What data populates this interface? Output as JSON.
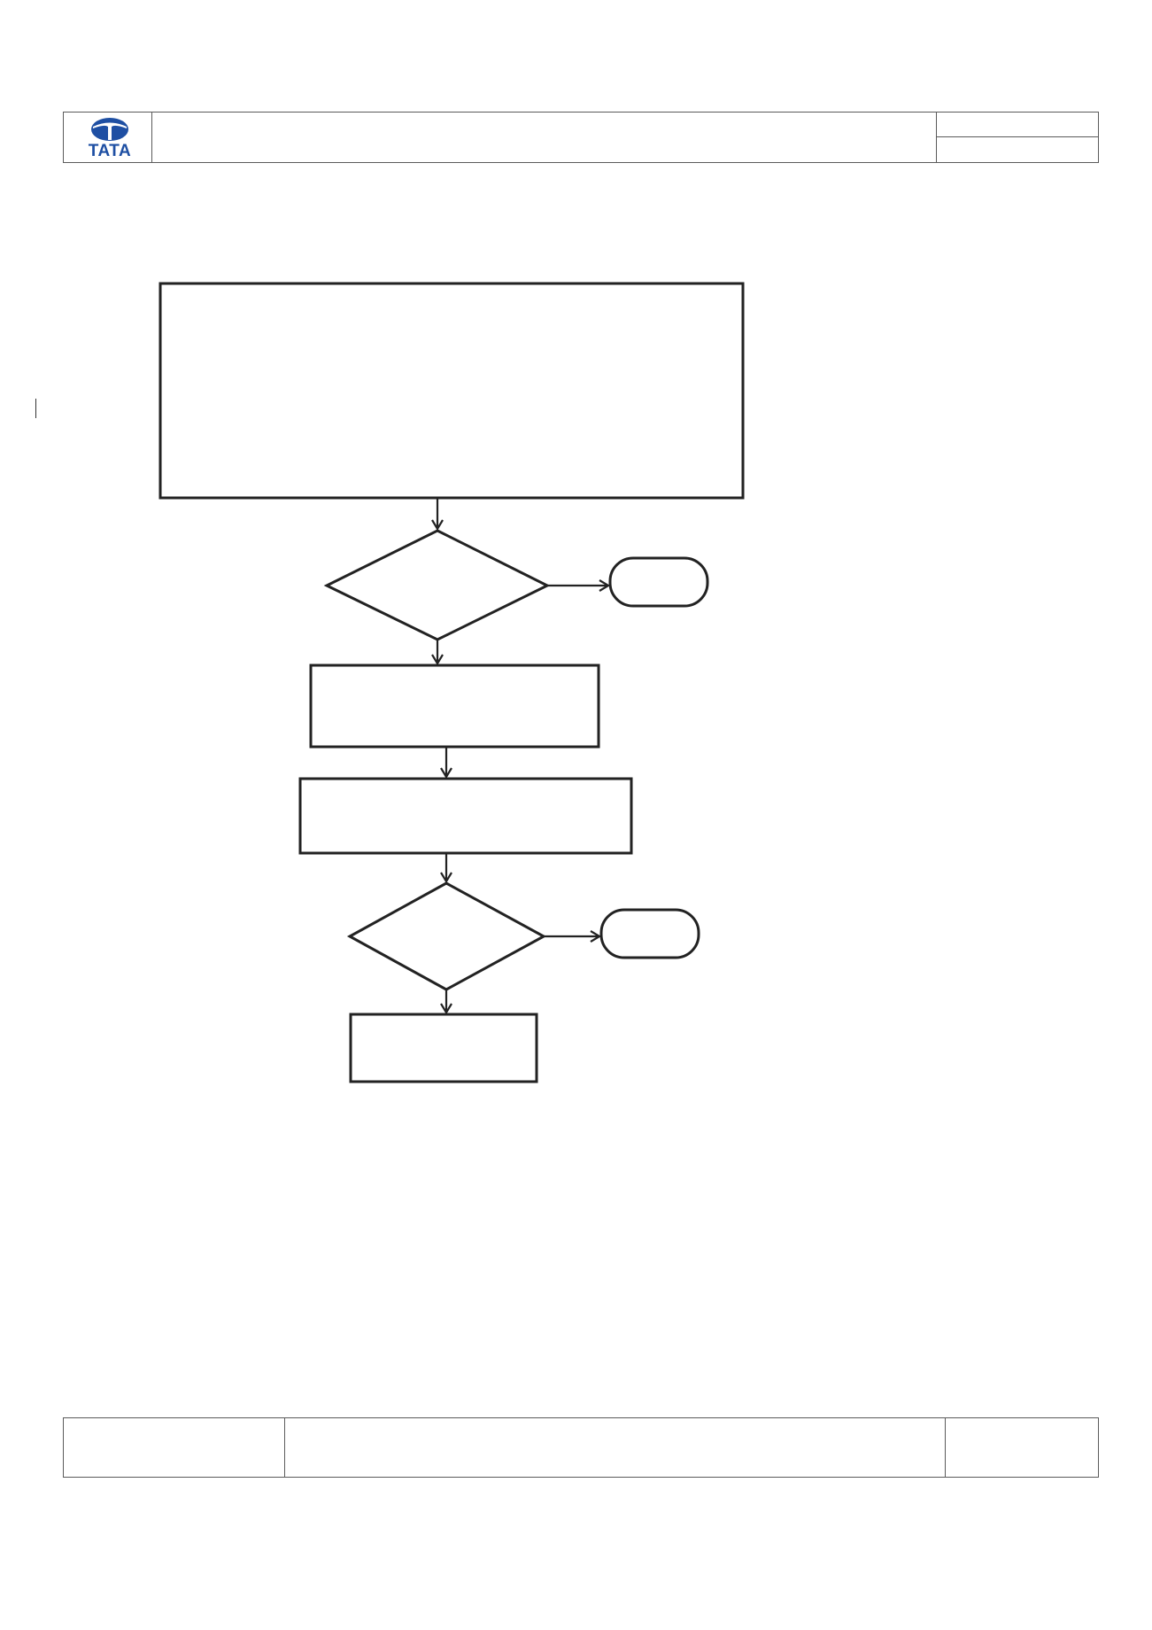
{
  "header": {
    "logo_text": "TATA",
    "title": "",
    "meta_top": "",
    "meta_bottom": ""
  },
  "flowchart": {
    "nodes": [
      {
        "id": "process-top",
        "shape": "rectangle",
        "label": ""
      },
      {
        "id": "decision-1",
        "shape": "diamond",
        "label": ""
      },
      {
        "id": "terminal-1",
        "shape": "rounded",
        "label": ""
      },
      {
        "id": "process-2",
        "shape": "rectangle",
        "label": ""
      },
      {
        "id": "process-3",
        "shape": "rectangle",
        "label": ""
      },
      {
        "id": "decision-2",
        "shape": "diamond",
        "label": ""
      },
      {
        "id": "terminal-2",
        "shape": "rounded",
        "label": ""
      },
      {
        "id": "process-4",
        "shape": "rectangle",
        "label": ""
      }
    ],
    "edges": [
      {
        "from": "process-top",
        "to": "decision-1"
      },
      {
        "from": "decision-1",
        "to": "terminal-1"
      },
      {
        "from": "decision-1",
        "to": "process-2"
      },
      {
        "from": "process-2",
        "to": "process-3"
      },
      {
        "from": "process-3",
        "to": "decision-2"
      },
      {
        "from": "decision-2",
        "to": "terminal-2"
      },
      {
        "from": "decision-2",
        "to": "process-4"
      }
    ]
  },
  "footer": {
    "left": "",
    "middle": "",
    "right": ""
  },
  "colors": {
    "logo_blue": "#1e4fa3",
    "line": "#222222",
    "table_border": "#5a5a5a"
  }
}
